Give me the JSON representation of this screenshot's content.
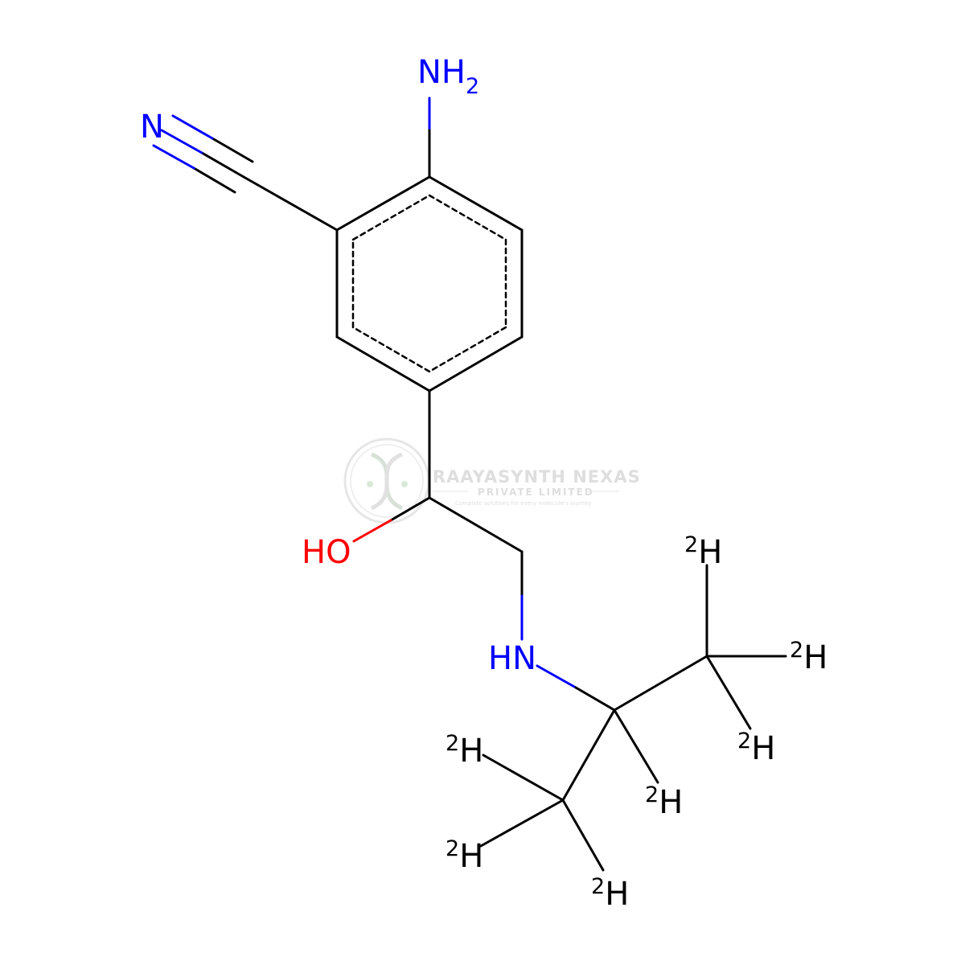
{
  "colors": {
    "carbon_bond": "#000000",
    "nitrogen": "#0000ff",
    "oxygen": "#ff0000",
    "deuterium": "#000000",
    "watermark": "#c9c9c9"
  },
  "molecule": {
    "atoms": {
      "amine": {
        "main": "NH",
        "sub": "2"
      },
      "nitrile_n": {
        "main": "N"
      },
      "hydroxyl": {
        "main": "HO"
      },
      "sec_amine": {
        "main": "HN"
      },
      "deuterium": {
        "iso": "2",
        "main": "H"
      }
    }
  },
  "watermark": {
    "title": "RAAYASYNTH NEXAS",
    "subtitle": "PRIVATE LIMITED",
    "tagline": "Complete solutions for every molecule's journey",
    "logo": "dna-helix-logo-icon"
  }
}
